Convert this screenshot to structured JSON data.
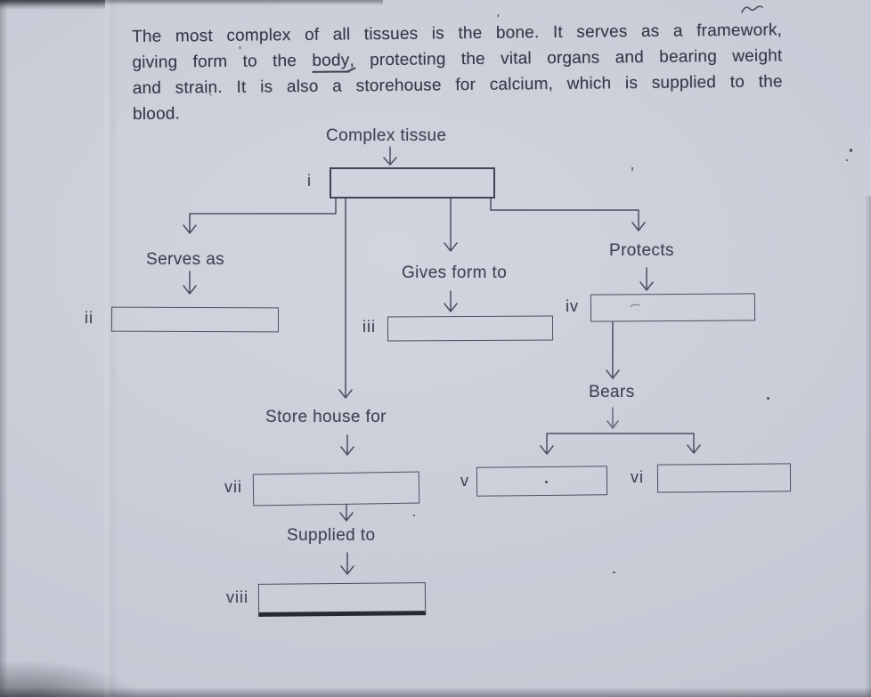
{
  "document": {
    "paragraph": {
      "line1": "The most complex of all tissues is the bone. It serves as a framework,",
      "line2_before": "giving form to the ",
      "line2_underlined_word": "body",
      "line2_after": ", protecting the vital organs and bearing weight",
      "line3": "and strain. It is also a storehouse for calcium, which is supplied to the",
      "line4": "blood."
    }
  },
  "diagram": {
    "root_label": "Complex tissue",
    "branch_labels": {
      "serves_as": "Serves as",
      "gives_form_to": "Gives form to",
      "protects": "Protects",
      "store_house_for": "Store house for",
      "bears": "Bears",
      "supplied_to": "Supplied to"
    },
    "blanks": [
      {
        "id": "i",
        "label": "i",
        "value": ""
      },
      {
        "id": "ii",
        "label": "ii",
        "value": ""
      },
      {
        "id": "iii",
        "label": "iii",
        "value": ""
      },
      {
        "id": "iv",
        "label": "iv",
        "value": ""
      },
      {
        "id": "v",
        "label": "v",
        "value": ""
      },
      {
        "id": "vi",
        "label": "vi",
        "value": ""
      },
      {
        "id": "vii",
        "label": "vii",
        "value": ""
      },
      {
        "id": "viii",
        "label": "viii",
        "value": ""
      }
    ],
    "colors": {
      "paper": "#c9ced9",
      "ink_text": "#363c48",
      "line_ink": "#4a505e"
    }
  }
}
